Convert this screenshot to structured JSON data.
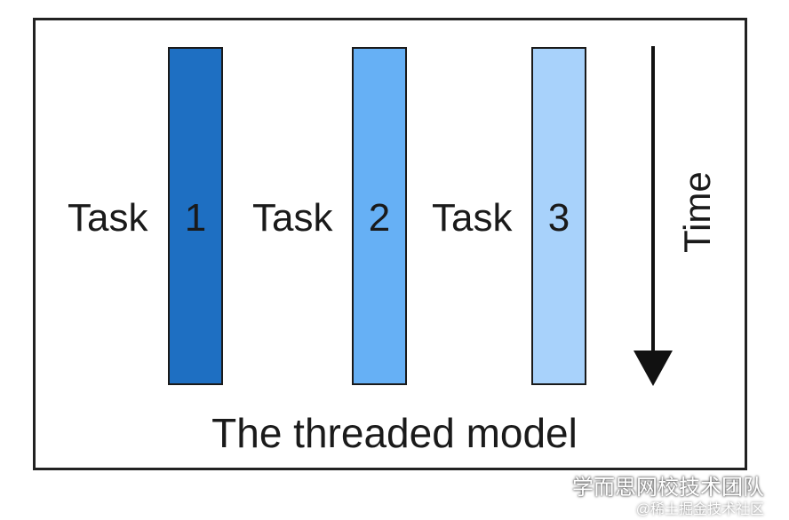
{
  "diagram": {
    "tasks": [
      {
        "label": "Task",
        "number": "1",
        "color": "#1e6fc2"
      },
      {
        "label": "Task",
        "number": "2",
        "color": "#66b0f5"
      },
      {
        "label": "Task",
        "number": "3",
        "color": "#a8d2fb"
      }
    ],
    "time_label": "Time",
    "caption": "The threaded model"
  },
  "watermark": {
    "main": "学而思网校技术团队",
    "sub": "@稀土掘金技术社区",
    "icon": "wechat-icon"
  }
}
